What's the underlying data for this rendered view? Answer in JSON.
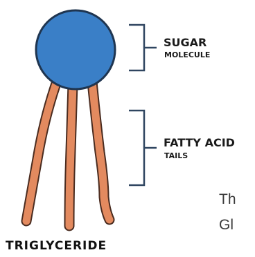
{
  "labels": {
    "sugar": {
      "line1": "SUGAR",
      "line2": "MOLECULE"
    },
    "fatty_acid": {
      "line1": "FATTY ACID",
      "line2": "TAILS"
    }
  },
  "caption": "TRIGLYCERIDE",
  "side_text": {
    "line1": "Th",
    "line2": "Gl"
  },
  "colors": {
    "head_fill": "#3a7fc7",
    "head_stroke": "#1f3550",
    "tail_fill": "#e38a5f",
    "tail_stroke": "#4a2c20",
    "bracket": "#2f4560"
  }
}
